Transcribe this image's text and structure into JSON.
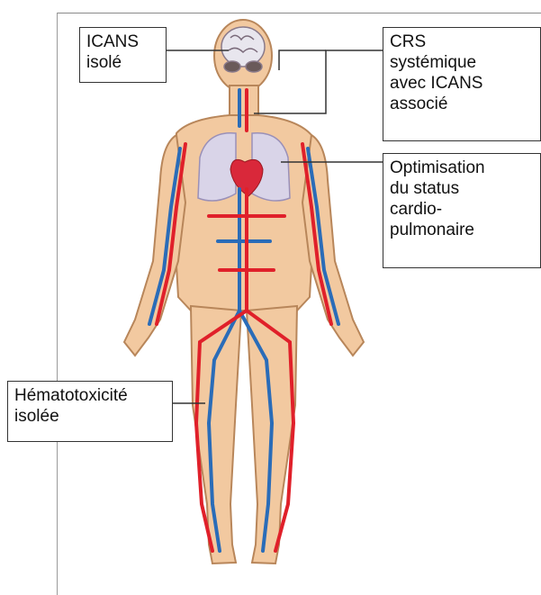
{
  "labels": {
    "icans": "ICANS\nisolé",
    "crs": "CRS\nsystémique\navec ICANS\nassocié",
    "optim": "Optimisation\ndu status\ncardio-\npulmonaire",
    "hemato": "Hématotoxicité\nisolée"
  },
  "colors": {
    "skin": "#f2c9a0",
    "skin_outline": "#b8865a",
    "artery": "#e0202a",
    "vein": "#2a6cb8",
    "lung": "#d9d4e8",
    "heart": "#d9283a",
    "brain": "#e8e6ee",
    "leader_line": "#333333"
  }
}
